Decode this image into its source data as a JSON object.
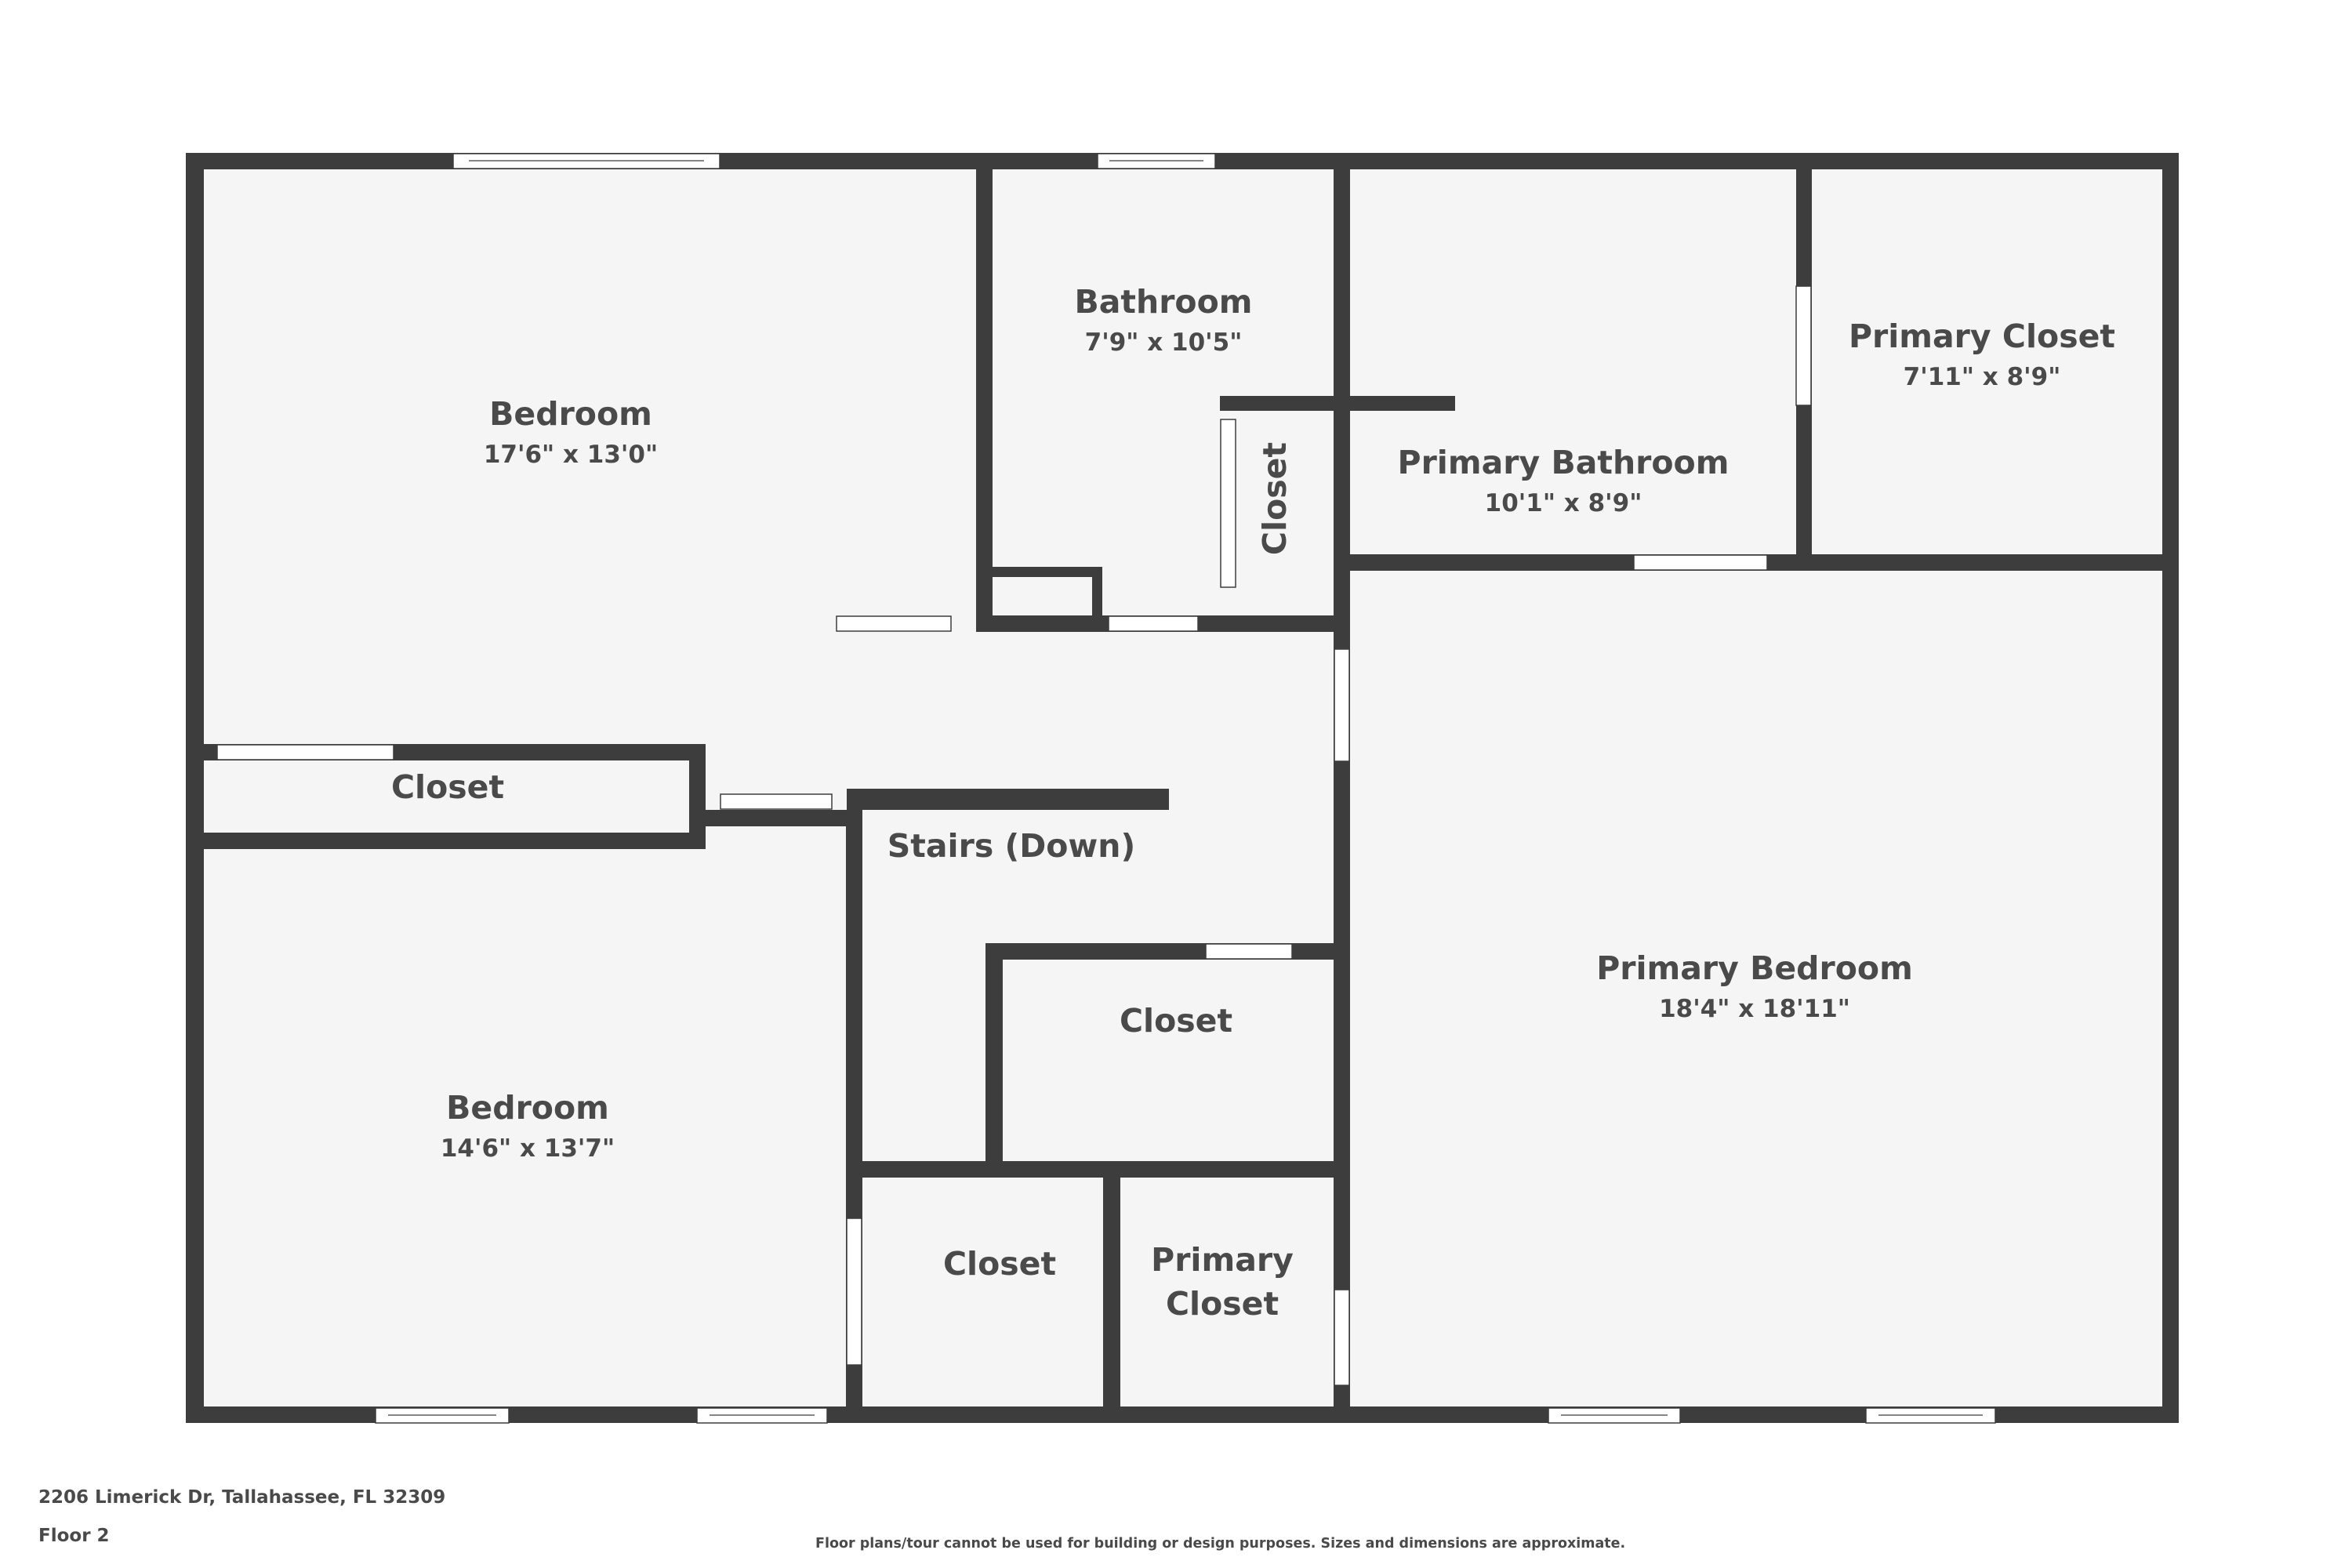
{
  "address": "2206 Limerick Dr, Tallahassee, FL 32309",
  "floor": "Floor 2",
  "disclaimer": "Floor plans/tour cannot be used for building or design purposes. Sizes and dimensions are approximate.",
  "rooms": {
    "bedroom_top": {
      "name": "Bedroom",
      "dims": "17'6\" x 13'0\""
    },
    "bathroom": {
      "name": "Bathroom",
      "dims": "7'9\" x 10'5\""
    },
    "hall_closet_vertical": {
      "name": "Closet"
    },
    "primary_bathroom": {
      "name": "Primary Bathroom",
      "dims": "10'1\" x 8'9\""
    },
    "primary_closet_top": {
      "name": "Primary Closet",
      "dims": "7'11\" x 8'9\""
    },
    "bedroom_closet_left": {
      "name": "Closet"
    },
    "stairs": {
      "name": "Stairs (Down)"
    },
    "closet_center": {
      "name": "Closet"
    },
    "bedroom_bottom": {
      "name": "Bedroom",
      "dims": "14'6\" x 13'7\""
    },
    "closet_bottom": {
      "name": "Closet"
    },
    "primary_closet_bottom": {
      "name_line1": "Primary",
      "name_line2": "Closet"
    },
    "primary_bedroom": {
      "name": "Primary Bedroom",
      "dims": "18'4\" x 18'11\""
    }
  },
  "colors": {
    "wall": "#3d3d3d",
    "floor": "#f5f5f5",
    "text": "#4a4a4a"
  }
}
